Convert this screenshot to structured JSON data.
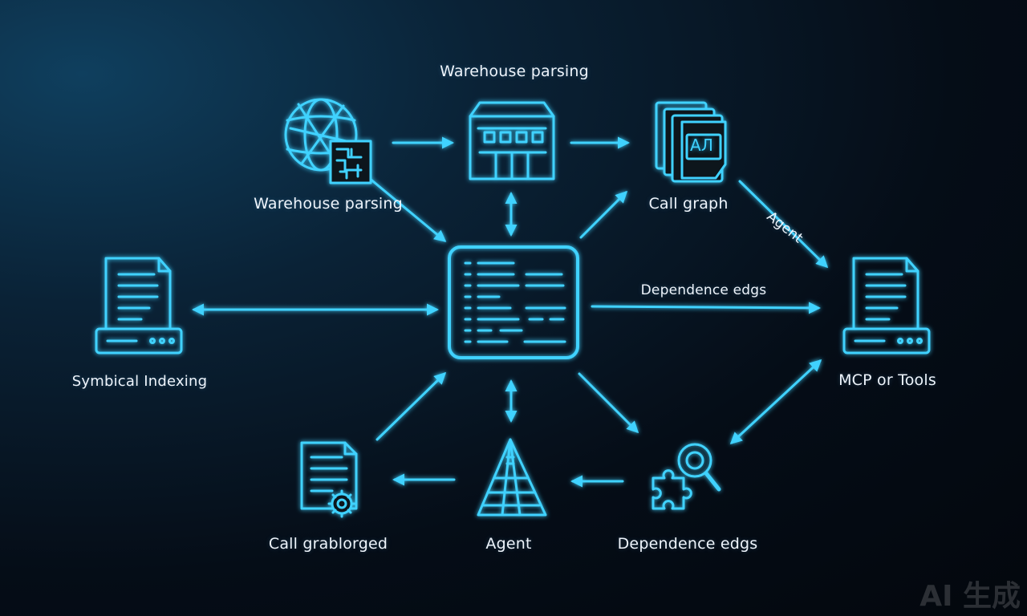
{
  "labels": {
    "top_title": "Warehouse parsing",
    "globe": "Warehouse parsing",
    "call_graph_top": "Call graph",
    "agent_diagonal": "Agent",
    "dependence_edge_mid": "Dependence edgs",
    "symbical_indexing": "Symbical Indexing",
    "mcp_tools": "MCP or Tools",
    "call_grablorged": "Call grablorged",
    "agent_bottom": "Agent",
    "dependence_edges_bottom": "Dependence edgs"
  },
  "icon_text": {
    "doc_stack_glyph": "АЛ"
  },
  "watermark": "AI 生成",
  "colors": {
    "neon": "#3fd2ff",
    "glow": "#1aa7e0",
    "label": "#eef4fb",
    "background_dark": "#050d17"
  }
}
